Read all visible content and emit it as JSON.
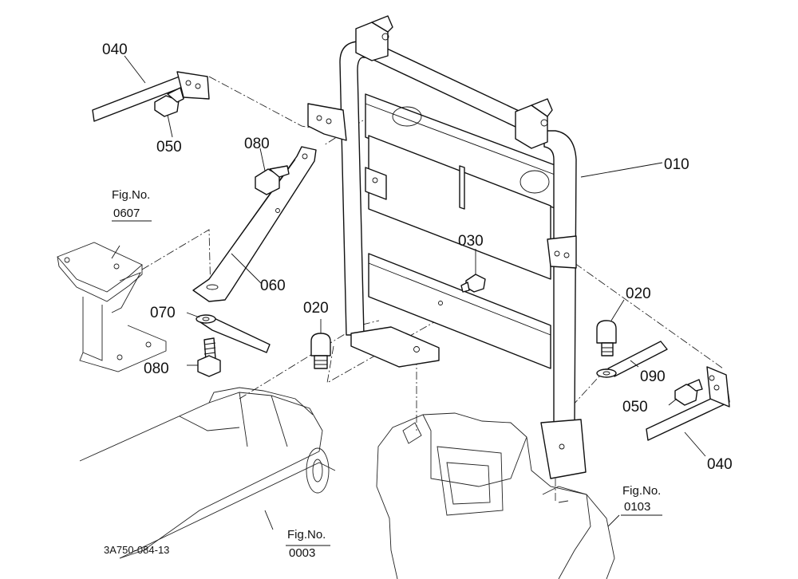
{
  "labels": {
    "p010": "010",
    "p020_left": "020",
    "p020_right": "020",
    "p030": "030",
    "p040_top": "040",
    "p040_bottom": "040",
    "p050_top": "050",
    "p050_right": "050",
    "p060": "060",
    "p070": "070",
    "p080_top": "080",
    "p080_bottom": "080",
    "p090": "090"
  },
  "figure_refs": {
    "fig0607": {
      "caption": "Fig.No.",
      "number": "0607"
    },
    "fig0003": {
      "caption": "Fig.No.",
      "number": "0003"
    },
    "fig0103": {
      "caption": "Fig.No.",
      "number": "0103"
    }
  },
  "drawing_code": "3A750-084-13"
}
